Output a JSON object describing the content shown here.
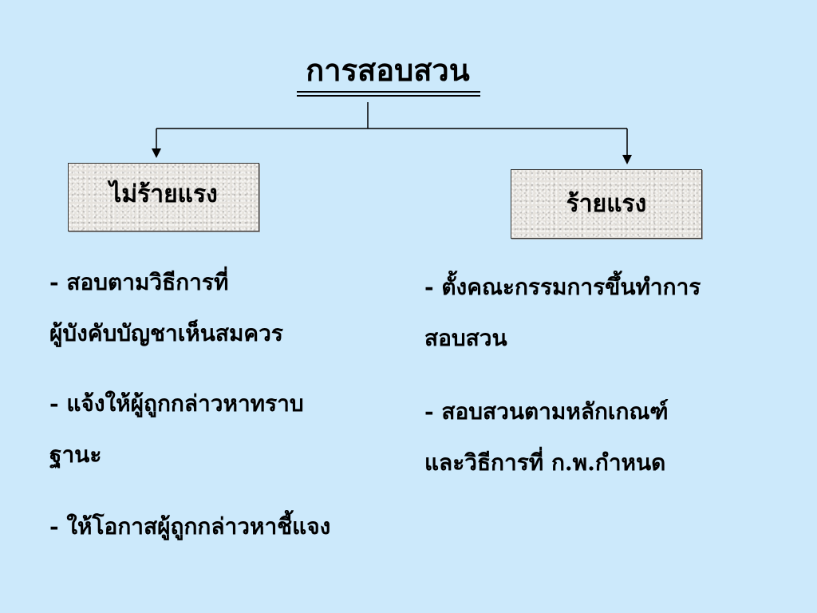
{
  "title": "การสอบสวน",
  "branches": {
    "left": {
      "label": "ไม่ร้ายแรง",
      "items": [
        {
          "line1": "-  สอบตามวิธีการที่",
          "line2": "ผู้บังคับบัญชาเห็นสมควร"
        },
        {
          "line1": "-  แจ้งให้ผู้ถูกกล่าวหาทราบ",
          "line2": "ฐานะ"
        },
        {
          "line1": "-  ให้โอกาสผู้ถูกกล่าวหาชี้แจง",
          "line2": ""
        }
      ]
    },
    "right": {
      "label": "ร้ายแรง",
      "items": [
        {
          "line1": "-  ตั้งคณะกรรมการขึ้นทำการ",
          "line2": "สอบสวน"
        },
        {
          "line1": "-  สอบสวนตามหลักเกณฑ์",
          "line2": "และวิธีการที่  ก.พ.กำหนด"
        }
      ]
    }
  },
  "colors": {
    "background": "#cce9fb",
    "box_fill": "#e6e3de",
    "line": "#000000"
  }
}
